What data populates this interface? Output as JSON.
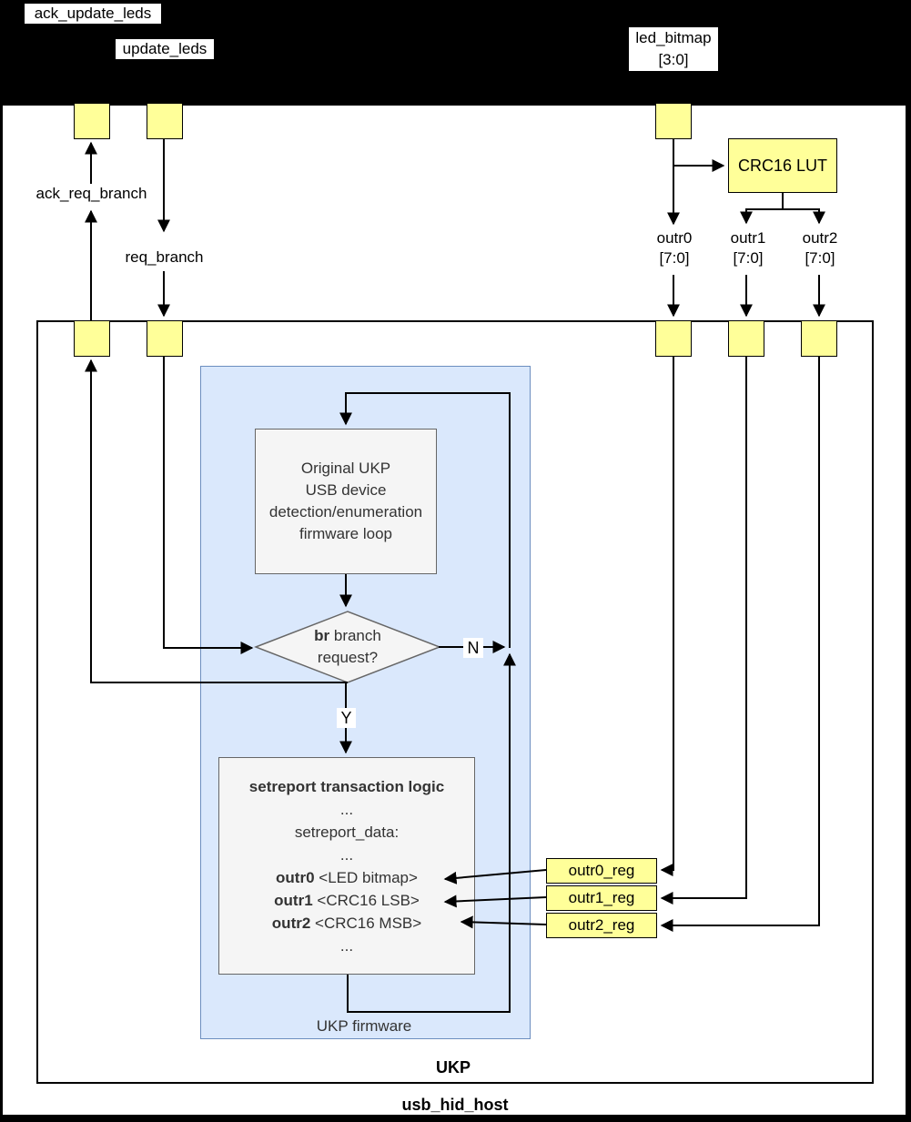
{
  "colors": {
    "background": "#000000",
    "box_fill": "#ffffff",
    "port_fill": "#ffff99",
    "firmware_fill": "#dae8fc",
    "firmware_border": "#6c8ebf",
    "block_fill": "#f5f5f5",
    "block_border": "#666666",
    "line": "#000000"
  },
  "host": {
    "label": "usb_hid_host"
  },
  "ukp": {
    "label": "UKP"
  },
  "firmware_region": {
    "label": "UKP firmware"
  },
  "top_signals": [
    {
      "id": "ack_update_leds",
      "label": "ack_update_leds"
    },
    {
      "id": "update_leds",
      "label": "update_leds"
    },
    {
      "id": "led_bitmap",
      "label": "led_bitmap",
      "range": "[3:0]"
    }
  ],
  "wire_labels": {
    "ack_req_branch": "ack_req_branch",
    "req_branch": "req_branch"
  },
  "buses": [
    {
      "name": "outr0",
      "range": "[7:0]"
    },
    {
      "name": "outr1",
      "range": "[7:0]"
    },
    {
      "name": "outr2",
      "range": "[7:0]"
    }
  ],
  "crc_lut": {
    "label": "CRC16 LUT"
  },
  "flow_loop": {
    "lines": [
      "Original UKP",
      "USB device",
      "detection/enumeration",
      "firmware loop"
    ]
  },
  "decision": {
    "keyword": "br",
    "rest": " branch",
    "line2": "request?",
    "yes": "Y",
    "no": "N"
  },
  "setreport": {
    "title": "setreport transaction logic",
    "dots": "...",
    "data_label": "setreport_data:",
    "rows": [
      {
        "name": "outr0",
        "value": "<LED bitmap>"
      },
      {
        "name": "outr1",
        "value": "<CRC16 LSB>"
      },
      {
        "name": "outr2",
        "value": "<CRC16 MSB>"
      }
    ]
  },
  "registers": [
    {
      "label": "outr0_reg"
    },
    {
      "label": "outr1_reg"
    },
    {
      "label": "outr2_reg"
    }
  ]
}
